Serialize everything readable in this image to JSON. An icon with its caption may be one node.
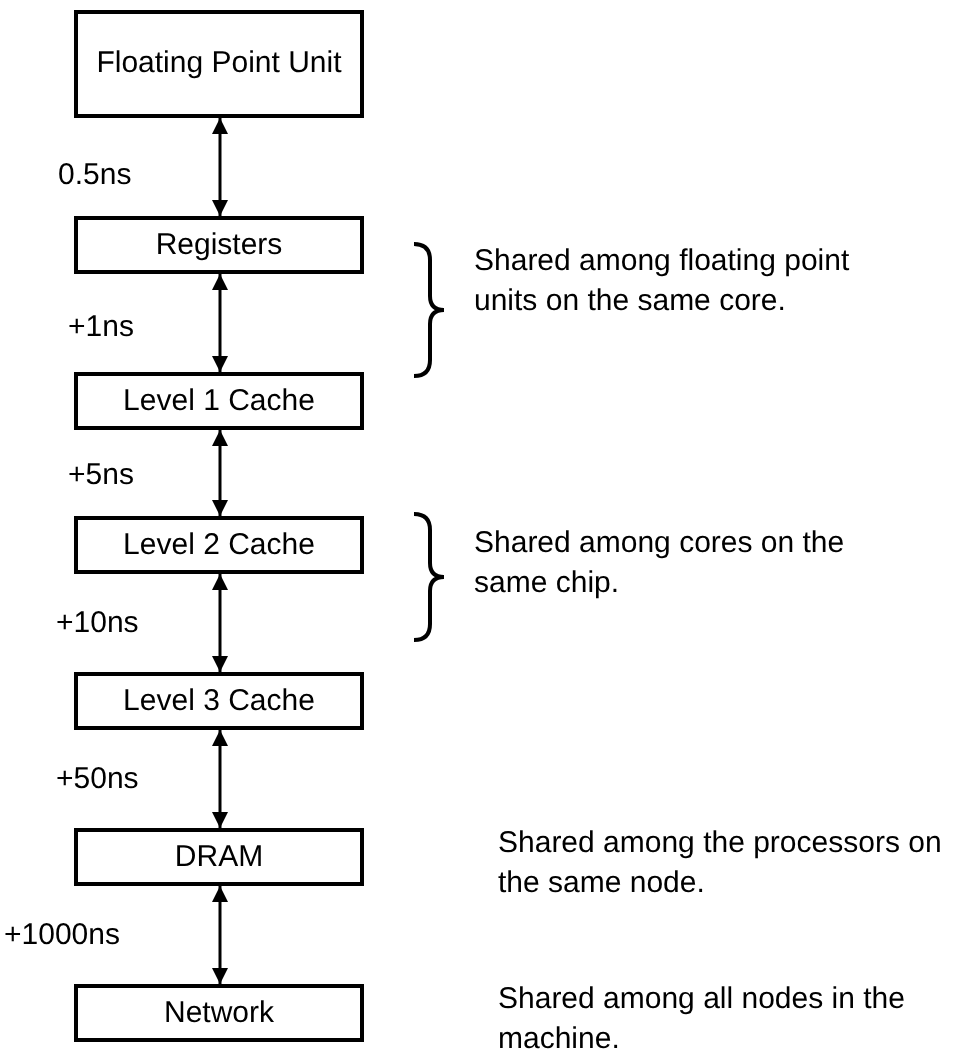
{
  "diagram": {
    "nodes": [
      {
        "text": [
          "Floating Point Unit"
        ]
      },
      {
        "text": [
          "Registers"
        ]
      },
      {
        "text": [
          "Level 1 Cache"
        ]
      },
      {
        "text": [
          "Level 2 Cache"
        ]
      },
      {
        "text": [
          "Level 3 Cache"
        ]
      },
      {
        "text": [
          "DRAM"
        ]
      },
      {
        "text": [
          "Network"
        ]
      }
    ],
    "edges": [
      {
        "from": 0,
        "to": 1,
        "arrow": "both",
        "label": "0.5ns"
      },
      {
        "from": 1,
        "to": 2,
        "arrow": "both",
        "label": "+1ns"
      },
      {
        "from": 2,
        "to": 3,
        "arrow": "both",
        "label": "+5ns"
      },
      {
        "from": 3,
        "to": 4,
        "arrow": "both",
        "label": "+10ns"
      },
      {
        "from": 4,
        "to": 5,
        "arrow": "both",
        "label": "+50ns"
      },
      {
        "from": 5,
        "to": 6,
        "arrow": "both",
        "label": "+1000ns"
      }
    ],
    "labels": [
      "Shared among floating point units on the same core.",
      "Shared among cores on the same chip.",
      "Shared among the processors on the same node.",
      "Shared among all nodes in the machine."
    ]
  }
}
